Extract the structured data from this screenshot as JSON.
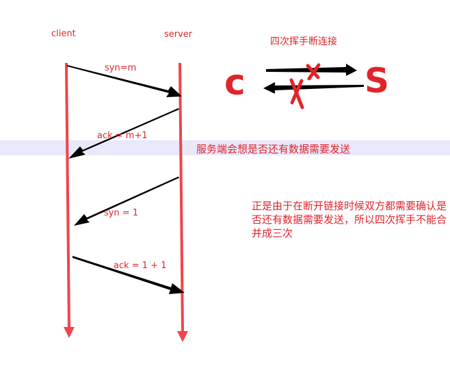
{
  "title": "四次挥手断连接",
  "client_label": "client",
  "server_label": "server",
  "messages": {
    "m1": "syn=m",
    "m2": "ack = m+1",
    "m3": "syn = 1",
    "m4": "ack = 1 + 1"
  },
  "note_band": "服务端会想是否还有数据需要发送",
  "explanation": "正是由于在断开链接时候双方都需要确认是否还有数据需要发送，所以四次挥手不能合并成三次",
  "sketch": {
    "c_letter": "c",
    "s_letter": "S"
  },
  "colors": {
    "accent_red": "#e0242a",
    "lifeline_red": "#f0444a",
    "arrow": "#000000",
    "band": "#e8e9fb"
  }
}
